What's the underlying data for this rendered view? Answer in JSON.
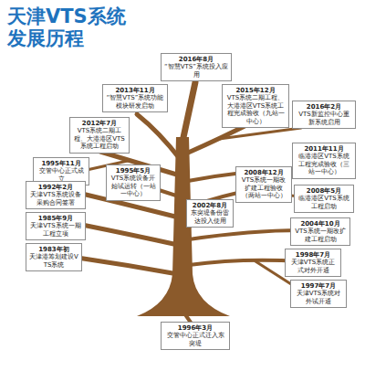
{
  "diagram": {
    "title": "天津VTS系统 发展历程",
    "nodes": [
      {
        "text": [
          "2016年8月",
          "“智慧VTS”系统投入应用"
        ]
      },
      {
        "text": [
          "2013年11月",
          "“智慧VTS”系统功能模块研发启动"
        ]
      },
      {
        "text": [
          "2015年12月",
          "VTS系统二期工程、大港港区VTS系统工程完成验收（九站一中心）"
        ]
      },
      {
        "text": [
          "2016年2月",
          "VTS新监控中心重新系统启用"
        ]
      },
      {
        "text": [
          "2012年7月",
          "VTS系统二期工程、大港港区VTS系统工程启动"
        ]
      },
      {
        "text": [
          "2011年11月",
          "临港港区VTS系统工程完成验收（三站一中心）"
        ]
      },
      {
        "text": [
          "1995年11月",
          "交管中心正式成立"
        ]
      },
      {
        "text": [
          "1995年5月",
          "VTS系统设备开始试运转（一站一中心）"
        ]
      },
      {
        "text": [
          "2008年12月",
          "VTS系统一期改扩建工程验收（两站一中心）"
        ]
      },
      {
        "text": [
          "2008年5月",
          "临港港区VTS系统工程启动"
        ]
      },
      {
        "text": [
          "1992年2月",
          "天津VTS系统设备采购合同签署"
        ]
      },
      {
        "text": [
          "2002年8月",
          "东突堤备份雷达投入使用"
        ]
      },
      {
        "text": [
          "2004年10月",
          "VTS系统一期改扩建工程启动"
        ]
      },
      {
        "text": [
          "1985年9月",
          "天津VTS系统一期工程立项"
        ]
      },
      {
        "text": [
          "1998年7月",
          "天津VTS系统正式对外开通"
        ]
      },
      {
        "text": [
          "1997年7月",
          "天津VTS系统对外试开通"
        ]
      },
      {
        "text": [
          "1983年初",
          "天津港筹划建设VTS系统"
        ]
      },
      {
        "text": [
          "1996年3月",
          "交管中心正式迁入东突堤"
        ]
      }
    ]
  }
}
